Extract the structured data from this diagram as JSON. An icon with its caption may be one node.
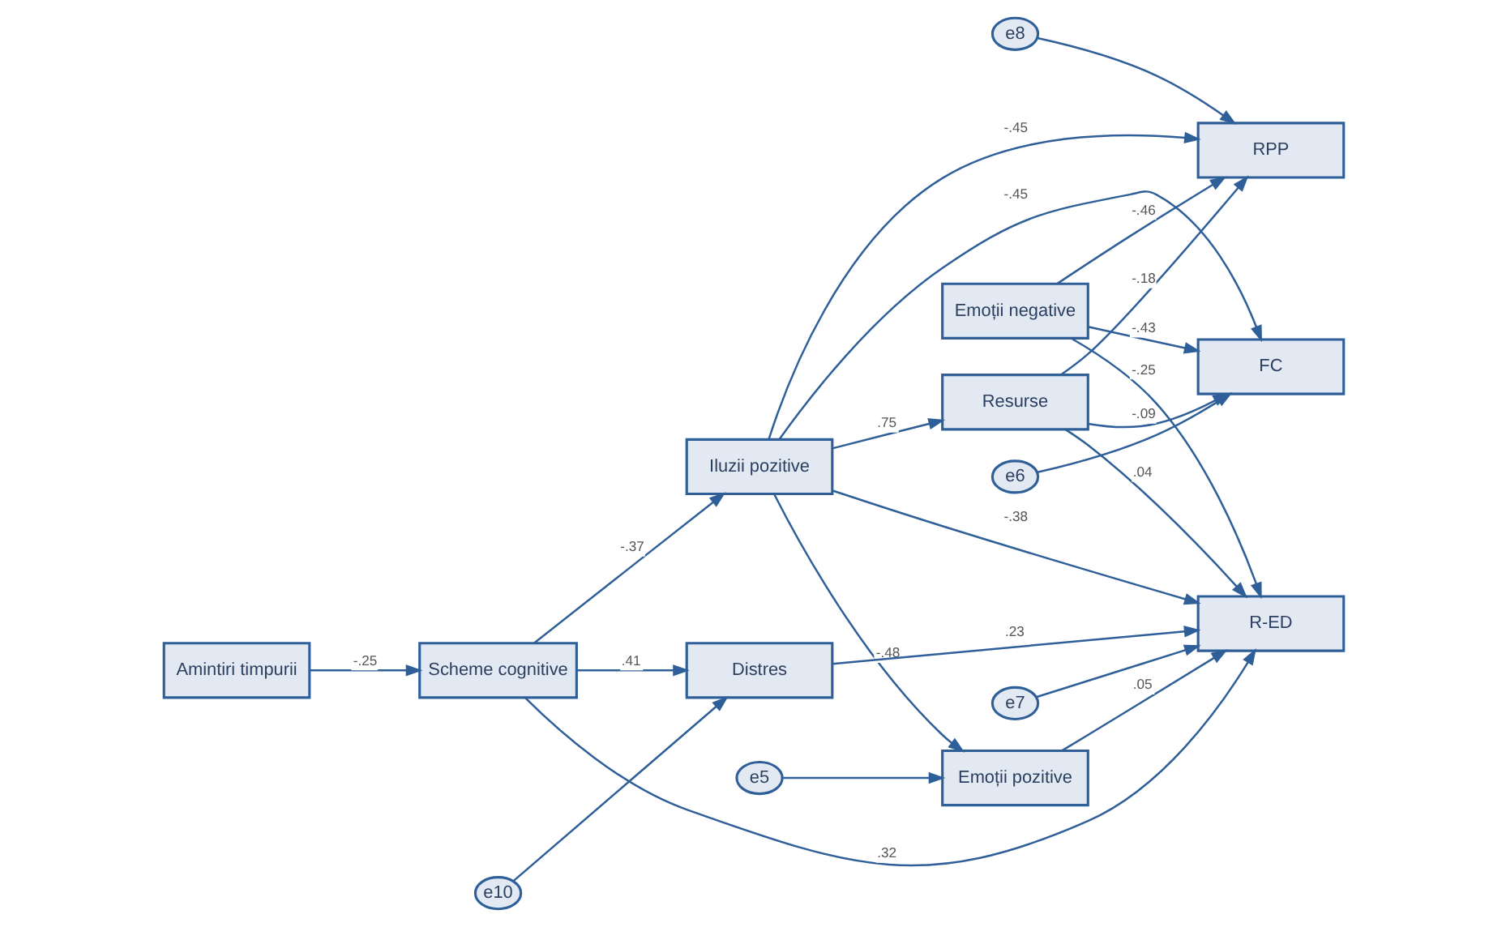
{
  "diagram": {
    "nodes": [
      {
        "text": [
          "e6"
        ]
      },
      {
        "text": [
          "Resurse"
        ]
      },
      {
        "text": [
          "FC"
        ]
      },
      {
        "text": [
          "Amintiri timpurii"
        ]
      },
      {
        "text": [
          "Iluzii pozitive"
        ]
      },
      {
        "text": [
          "e7"
        ]
      },
      {
        "text": [
          "R-ED"
        ]
      },
      {
        "text": [
          "Scheme cognitive"
        ]
      },
      {
        "text": [
          "e8"
        ]
      },
      {
        "text": [
          "e10"
        ]
      },
      {
        "text": [
          "RPP"
        ]
      },
      {
        "text": [
          "Distres"
        ]
      },
      {
        "text": [
          "e5"
        ]
      },
      {
        "text": [
          "Emoții pozitive"
        ]
      },
      {
        "text": [
          "Emoții negative"
        ]
      }
    ],
    "edges": [
      {
        "from": 0,
        "to": 2,
        "arrow": "to"
      },
      {
        "from": 5,
        "to": 6,
        "arrow": "to"
      },
      {
        "from": 8,
        "to": 10,
        "arrow": "to"
      },
      {
        "from": 9,
        "to": 11,
        "arrow": "to"
      },
      {
        "from": 12,
        "to": 13,
        "arrow": "to"
      },
      {
        "from": 3,
        "to": 7,
        "arrow": "to",
        "label": "-.25"
      },
      {
        "from": 7,
        "to": 4,
        "arrow": "to",
        "label": "-.37"
      },
      {
        "from": 4,
        "to": 1,
        "arrow": "to",
        "label": ".75"
      },
      {
        "from": 7,
        "to": 11,
        "arrow": "to",
        "label": ".41"
      },
      {
        "from": 4,
        "to": 13,
        "arrow": "to",
        "label": "-.48"
      },
      {
        "from": 1,
        "to": 2,
        "arrow": "to",
        "label": "-.09"
      },
      {
        "from": 4,
        "to": 2,
        "arrow": "to",
        "label": "-.45"
      },
      {
        "from": 1,
        "to": 6,
        "arrow": "to",
        "label": ".04"
      },
      {
        "from": 1,
        "to": 10,
        "arrow": "to",
        "label": "-.18"
      },
      {
        "from": 4,
        "to": 6,
        "arrow": "to",
        "label": "-.38"
      },
      {
        "from": 7,
        "to": 6,
        "arrow": "to",
        "label": ".32"
      },
      {
        "from": 4,
        "to": 10,
        "arrow": "to",
        "label": "-.45"
      },
      {
        "from": 11,
        "to": 6,
        "arrow": "to",
        "label": ".23"
      },
      {
        "from": 13,
        "to": 6,
        "arrow": "to",
        "label": ".05"
      },
      {
        "from": 14,
        "to": 2,
        "arrow": "to",
        "label": "-.43"
      },
      {
        "from": 14,
        "to": 6,
        "arrow": "to",
        "label": "-.25"
      },
      {
        "from": 14,
        "to": 10,
        "arrow": "to",
        "label": "-.46"
      }
    ]
  }
}
